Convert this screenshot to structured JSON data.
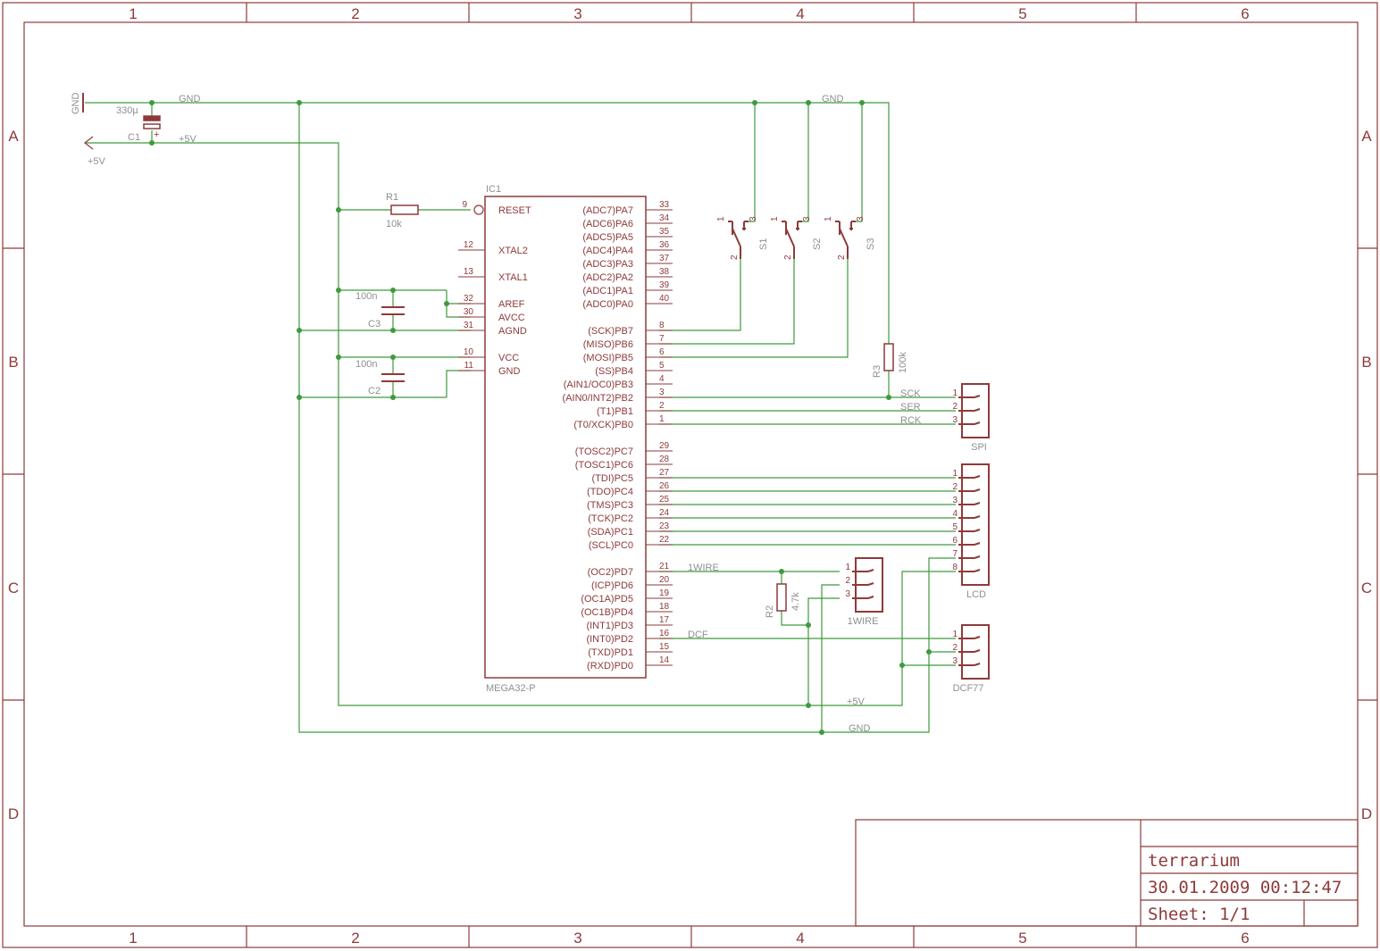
{
  "frame": {
    "columns": [
      "1",
      "2",
      "3",
      "4",
      "5",
      "6"
    ],
    "rows": [
      "A",
      "B",
      "C",
      "D"
    ]
  },
  "title_block": {
    "project": "terrarium",
    "datetime": "30.01.2009 00:12:47",
    "sheet": "Sheet: 1/1"
  },
  "nets": {
    "gnd_top": "GND",
    "gnd_top2": "GND",
    "vcc_top": "+5V",
    "vcc_bottom": "+5V",
    "gnd_bottom": "GND",
    "onewire": "1WIRE",
    "dcf": "DCF",
    "sck": "SCK",
    "ser": "SER",
    "rck": "RCK"
  },
  "supplies": {
    "gnd_symbol": "GND",
    "vcc_symbol": "+5V"
  },
  "components": {
    "c1": {
      "name": "C1",
      "value": "330µ",
      "plus": "+"
    },
    "r1": {
      "name": "R1",
      "value": "10k",
      "pin": "9"
    },
    "c3": {
      "name": "C3",
      "value": "100n"
    },
    "c2": {
      "name": "C2",
      "value": "100n"
    },
    "r2": {
      "name": "R2",
      "value": "4.7k"
    },
    "r3": {
      "name": "R3",
      "value": "100k"
    },
    "s1": {
      "name": "S1",
      "p1": "1",
      "p2": "2",
      "p3": "3"
    },
    "s2": {
      "name": "S2",
      "p1": "1",
      "p2": "2",
      "p3": "3"
    },
    "s3": {
      "name": "S3",
      "p1": "1",
      "p2": "2",
      "p3": "3"
    },
    "ic1": {
      "name": "IC1",
      "value": "MEGA32-P",
      "left_pins": [
        {
          "name": "RESET",
          "num": "9"
        },
        {
          "name": "XTAL2",
          "num": "12"
        },
        {
          "name": "XTAL1",
          "num": "13"
        },
        {
          "name": "AREF",
          "num": "32"
        },
        {
          "name": "AVCC",
          "num": "30"
        },
        {
          "name": "AGND",
          "num": "31"
        },
        {
          "name": "VCC",
          "num": "10"
        },
        {
          "name": "GND",
          "num": "11"
        }
      ],
      "right_pins": [
        {
          "name": "(ADC7)PA7",
          "num": "33"
        },
        {
          "name": "(ADC6)PA6",
          "num": "34"
        },
        {
          "name": "(ADC5)PA5",
          "num": "35"
        },
        {
          "name": "(ADC4)PA4",
          "num": "36"
        },
        {
          "name": "(ADC3)PA3",
          "num": "37"
        },
        {
          "name": "(ADC2)PA2",
          "num": "38"
        },
        {
          "name": "(ADC1)PA1",
          "num": "39"
        },
        {
          "name": "(ADC0)PA0",
          "num": "40"
        },
        {
          "name": "(SCK)PB7",
          "num": "8"
        },
        {
          "name": "(MISO)PB6",
          "num": "7"
        },
        {
          "name": "(MOSI)PB5",
          "num": "6"
        },
        {
          "name": "(SS)PB4",
          "num": "5"
        },
        {
          "name": "(AIN1/OC0)PB3",
          "num": "4"
        },
        {
          "name": "(AIN0/INT2)PB2",
          "num": "3"
        },
        {
          "name": "(T1)PB1",
          "num": "2"
        },
        {
          "name": "(T0/XCK)PB0",
          "num": "1"
        },
        {
          "name": "(TOSC2)PC7",
          "num": "29"
        },
        {
          "name": "(TOSC1)PC6",
          "num": "28"
        },
        {
          "name": "(TDI)PC5",
          "num": "27"
        },
        {
          "name": "(TDO)PC4",
          "num": "26"
        },
        {
          "name": "(TMS)PC3",
          "num": "25"
        },
        {
          "name": "(TCK)PC2",
          "num": "24"
        },
        {
          "name": "(SDA)PC1",
          "num": "23"
        },
        {
          "name": "(SCL)PC0",
          "num": "22"
        },
        {
          "name": "(OC2)PD7",
          "num": "21"
        },
        {
          "name": "(ICP)PD6",
          "num": "20"
        },
        {
          "name": "(OC1A)PD5",
          "num": "19"
        },
        {
          "name": "(OC1B)PD4",
          "num": "18"
        },
        {
          "name": "(INT1)PD3",
          "num": "17"
        },
        {
          "name": "(INT0)PD2",
          "num": "16"
        },
        {
          "name": "(TXD)PD1",
          "num": "15"
        },
        {
          "name": "(RXD)PD0",
          "num": "14"
        }
      ]
    },
    "spi": {
      "name": "SPI",
      "pins": [
        "1",
        "2",
        "3"
      ]
    },
    "lcd": {
      "name": "LCD",
      "pins": [
        "1",
        "2",
        "3",
        "4",
        "5",
        "6",
        "7",
        "8"
      ]
    },
    "onewire": {
      "name": "1WIRE",
      "pins": [
        "1",
        "2",
        "3"
      ]
    },
    "dcf77": {
      "name": "DCF77",
      "pins": [
        "1",
        "2",
        "3"
      ]
    }
  },
  "colors": {
    "part": "#8e3a3a",
    "wire": "#3e9a3e",
    "label": "#8f8f8f"
  }
}
